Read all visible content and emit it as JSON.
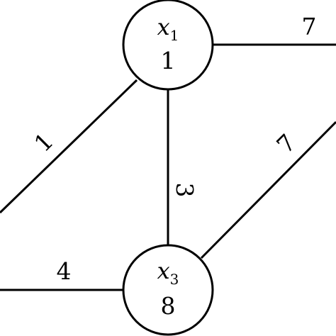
{
  "nodes": [
    {
      "var": "x",
      "sub": "1",
      "value": "1"
    },
    {
      "var": "x",
      "sub": "3",
      "value": "8"
    }
  ],
  "edges": [
    {
      "label": "7"
    },
    {
      "label": "1"
    },
    {
      "label": "3"
    },
    {
      "label": "7"
    },
    {
      "label": "4"
    }
  ]
}
